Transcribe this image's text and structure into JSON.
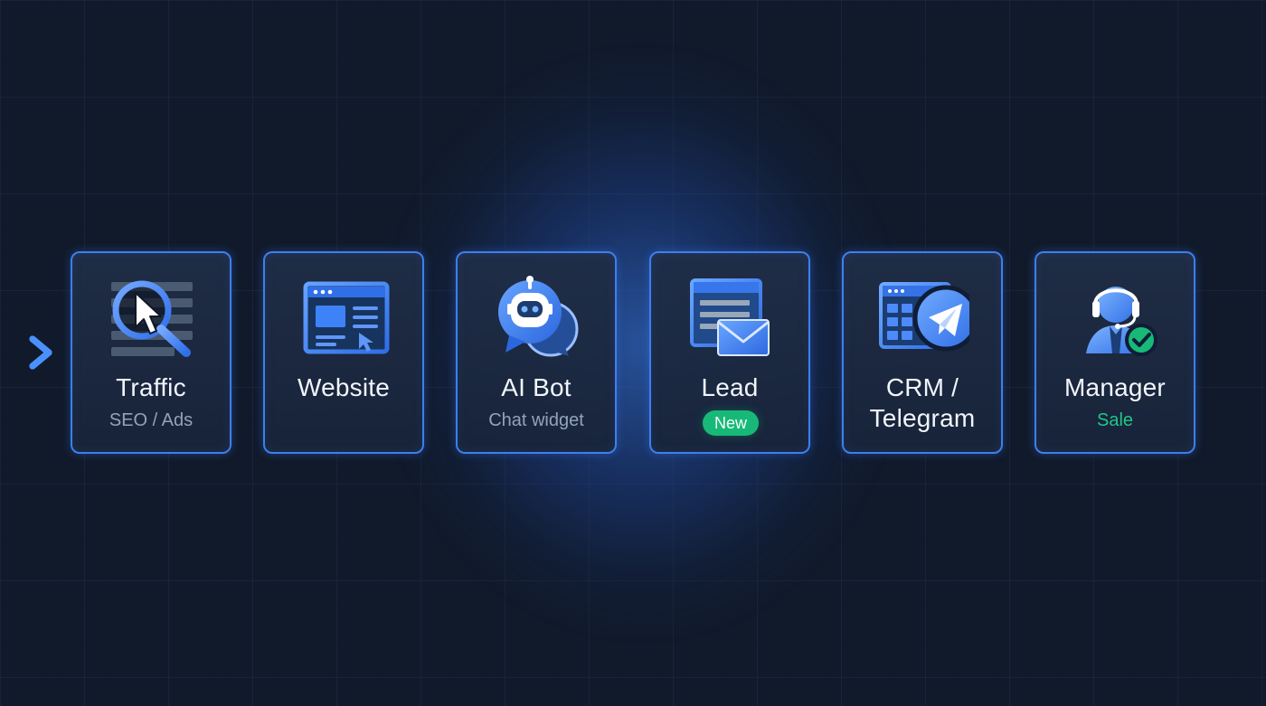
{
  "flow": {
    "steps": [
      {
        "title": "Traffic",
        "subtitle": "SEO / Ads",
        "icon": "search-cursor-icon"
      },
      {
        "title": "Website",
        "subtitle": "",
        "icon": "website-icon"
      },
      {
        "title": "AI Bot",
        "subtitle": "Chat widget",
        "icon": "robot-chat-icon"
      },
      {
        "title": "Lead",
        "badge": "New",
        "icon": "mail-form-icon"
      },
      {
        "title_line_1": "CRM /",
        "title_line_2": "Telegram",
        "icon": "crm-telegram-icon"
      },
      {
        "title": "Manager",
        "subtitle": "Sale",
        "icon": "manager-check-icon"
      }
    ],
    "arrow_icon": "arrow-right-icon"
  },
  "colors": {
    "background": "#111a2b",
    "accent": "#3c7ff0",
    "success": "#18b978"
  }
}
